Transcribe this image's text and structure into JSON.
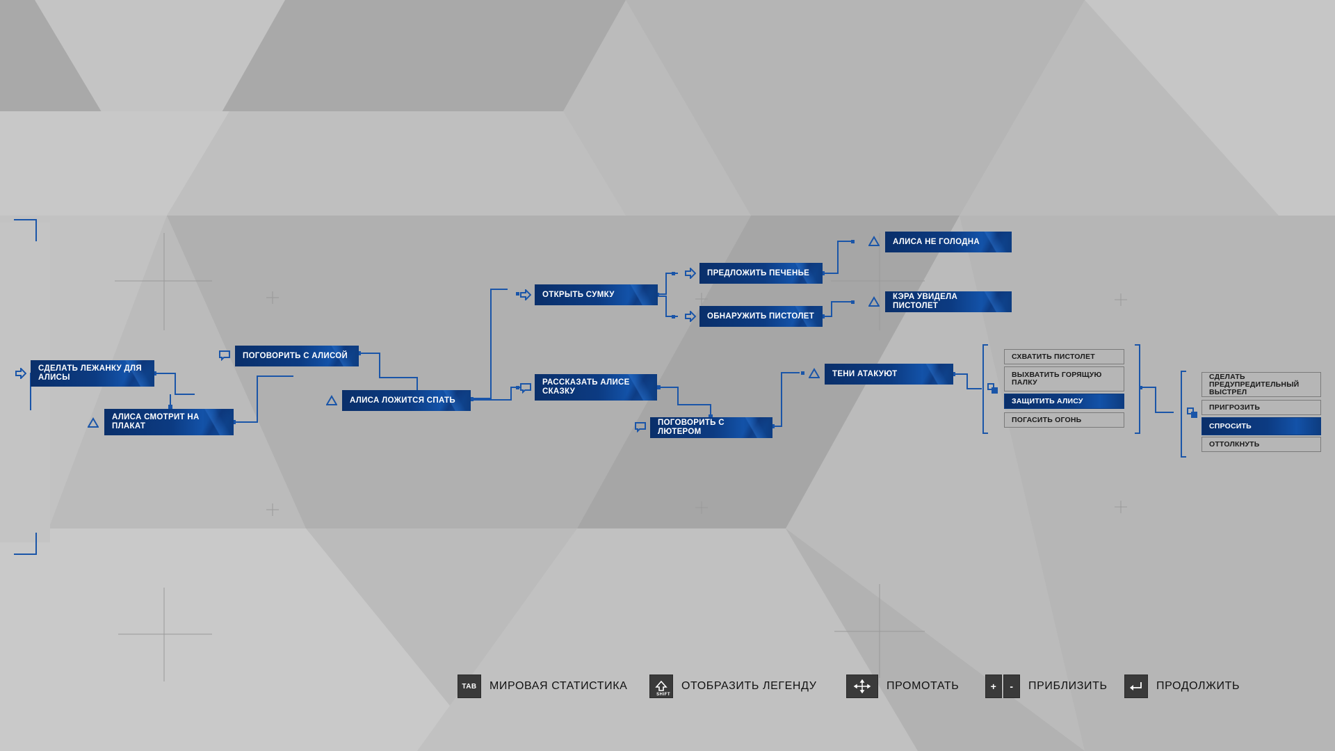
{
  "colors": {
    "background": "#b9b9b9",
    "node_blue": "#0c3b82",
    "line_blue": "#1a55a8",
    "option_border": "#7a7a7a"
  },
  "nodes": {
    "make_bed": {
      "label": "СДЕЛАТЬ ЛЕЖАНКУ ДЛЯ АЛИСЫ",
      "icon": "arrow-right-icon"
    },
    "alice_poster": {
      "label": "АЛИСА СМОТРИТ НА ПЛАКАТ",
      "icon": "triangle-icon"
    },
    "talk_alice": {
      "label": "ПОГОВОРИТЬ С АЛИСОЙ",
      "icon": "speech-bubble-icon"
    },
    "alice_sleep": {
      "label": "АЛИСА ЛОЖИТСЯ СПАТЬ",
      "icon": "triangle-icon"
    },
    "open_bag": {
      "label": "ОТКРЫТЬ СУМКУ",
      "icon": "arrow-right-icon"
    },
    "tell_story": {
      "label": "РАССКАЗАТЬ АЛИСЕ СКАЗКУ",
      "icon": "speech-bubble-icon"
    },
    "offer_cookies": {
      "label": "ПРЕДЛОЖИТЬ ПЕЧЕНЬЕ",
      "icon": "arrow-right-icon"
    },
    "find_gun": {
      "label": "ОБНАРУЖИТЬ ПИСТОЛЕТ",
      "icon": "arrow-right-icon"
    },
    "not_hungry": {
      "label": "АЛИСА НЕ ГОЛОДНА",
      "icon": "triangle-icon"
    },
    "kara_gun": {
      "label": "КЭРА УВИДЕЛА ПИСТОЛЕТ",
      "icon": "triangle-icon"
    },
    "talk_luther": {
      "label": "ПОГОВОРИТЬ С ЛЮТЕРОМ",
      "icon": "speech-bubble-icon"
    },
    "shadows": {
      "label": "ТЕНИ АТАКУЮТ",
      "icon": "triangle-icon"
    }
  },
  "choices_1": {
    "icon": "branch-icon",
    "options": [
      {
        "label": "СХВАТИТЬ ПИСТОЛЕТ",
        "selected": false
      },
      {
        "label": "ВЫХВАТИТЬ ГОРЯЩУЮ ПАЛКУ",
        "selected": false
      },
      {
        "label": "ЗАЩИТИТЬ АЛИСУ",
        "selected": true
      },
      {
        "label": "ПОГАСИТЬ ОГОНЬ",
        "selected": false
      }
    ]
  },
  "choices_2": {
    "icon": "branch-icon",
    "options": [
      {
        "label": "СДЕЛАТЬ ПРЕДУПРЕДИТЕЛЬНЫЙ ВЫСТРЕЛ",
        "selected": false
      },
      {
        "label": "ПРИГРОЗИТЬ",
        "selected": false
      },
      {
        "label": "СПРОСИТЬ",
        "selected": true
      },
      {
        "label": "ОТТОЛКНУТЬ",
        "selected": false
      }
    ]
  },
  "hints": {
    "stats": {
      "key": "TAB",
      "label": "МИРОВАЯ СТАТИСТИКА"
    },
    "legend": {
      "key": "SHIFT",
      "label": "ОТОБРАЗИТЬ ЛЕГЕНДУ"
    },
    "pan": {
      "key": "move-arrows-icon",
      "label": "ПРОМОТАТЬ"
    },
    "zoom": {
      "key_plus": "+",
      "key_minus": "-",
      "label": "ПРИБЛИЗИТЬ"
    },
    "continue": {
      "key": "enter-icon",
      "label": "ПРОДОЛЖИТЬ"
    }
  }
}
